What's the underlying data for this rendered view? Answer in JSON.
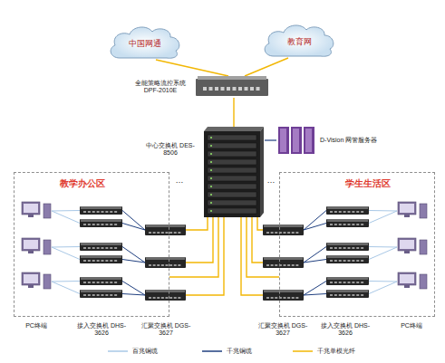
{
  "diagram": {
    "nodes": [
      {
        "text": [
          "中国网通"
        ]
      },
      {
        "text": [
          "教育网"
        ]
      },
      {
        "text": [
          "全能策略流控系统 DPF-2010E"
        ]
      },
      {
        "text": [
          "中心交换机 DES-8506"
        ]
      },
      {
        "text": [
          "D-Vision 网管服务器"
        ]
      },
      {
        "text": [
          "教学办公区"
        ]
      },
      {
        "text": [
          "学生生活区"
        ]
      }
    ],
    "edges": [
      {
        "from": 0,
        "to": 2,
        "arrow": "none"
      },
      {
        "from": 1,
        "to": 2,
        "arrow": "none"
      },
      {
        "from": 2,
        "to": 3,
        "arrow": "none"
      },
      {
        "from": 3,
        "to": 4,
        "arrow": "none"
      },
      {
        "from": 3,
        "to": 5,
        "arrow": "none"
      },
      {
        "from": 3,
        "to": 6,
        "arrow": "none"
      }
    ],
    "labels": [
      "…",
      "…",
      "PC终端",
      "接入交换机 DHS-3626",
      "汇聚交换机 DGS-3627",
      "汇聚交换机 DGS-3627",
      "接入交换机 DHS-3626",
      "PC终端"
    ],
    "legend": [
      {
        "text": "百兆铜缆"
      },
      {
        "text": "千兆铜缆"
      },
      {
        "text": "千兆单模光纤"
      }
    ]
  }
}
